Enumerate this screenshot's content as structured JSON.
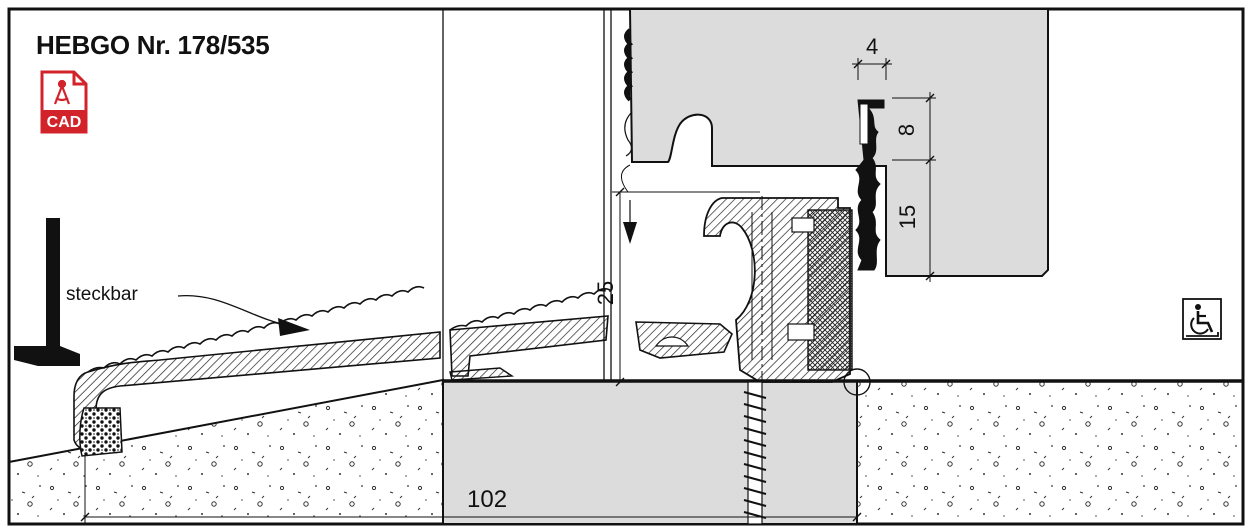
{
  "title": "HEBGO Nr. 178/535",
  "cad_icon": {
    "label": "CAD",
    "name": "cad-file-icon",
    "color": "#d3232a"
  },
  "labels": {
    "steckbar": "steckbar",
    "dim_102": "102",
    "dim_4": "4",
    "dim_8": "8",
    "dim_15": "15",
    "dim_25": "25"
  },
  "icons": {
    "accessibility": "wheelchair-icon"
  },
  "colors": {
    "line": "#111111",
    "fill_gray": "#dcdcdc",
    "hatch": "#222222"
  }
}
